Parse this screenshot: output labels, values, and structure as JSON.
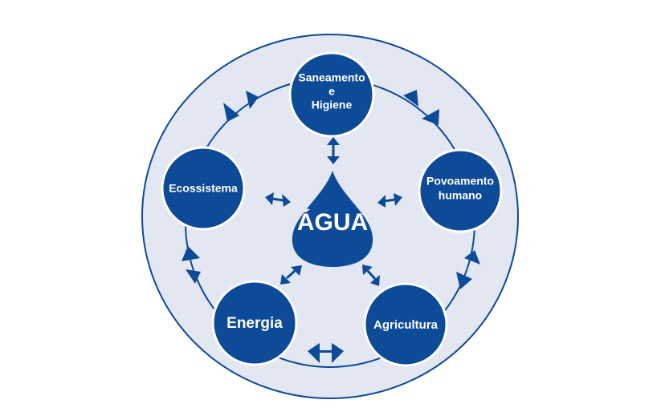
{
  "center": {
    "label": "ÁGUA"
  },
  "nodes": {
    "saneamento": {
      "line1": "Saneamento",
      "line2": "e",
      "line3": "Higiene"
    },
    "povoamento": {
      "line1": "Povoamento",
      "line2": "humano"
    },
    "agricultura": {
      "label": "Agricultura"
    },
    "energia": {
      "label": "Energia"
    },
    "ecossistema": {
      "label": "Ecossistema"
    }
  },
  "colors": {
    "primary": "#0d4a97",
    "background_disc": "#e3e7f1",
    "white": "#ffffff"
  }
}
